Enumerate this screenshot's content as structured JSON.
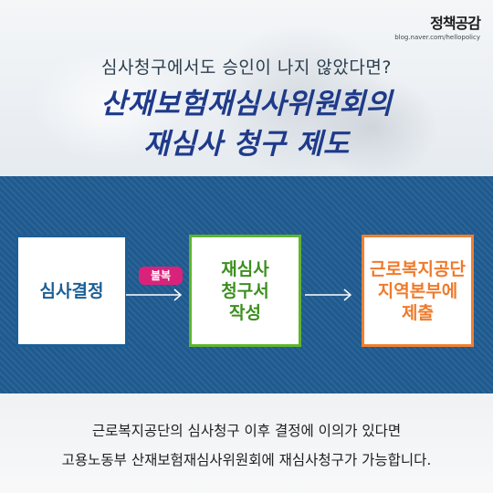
{
  "logo": {
    "mark": "정책공감",
    "url": "blog.naver.com/hellopolicy"
  },
  "header": {
    "question": "심사청구에서도 승인이 나지 않았다면?",
    "title_line1": "산재보험재심사위원회의",
    "title_line2": "재심사 청구 제도"
  },
  "flow": {
    "step1": "심사결정",
    "badge": "불복",
    "step2": [
      "재심사",
      "청구서",
      "작성"
    ],
    "step3": [
      "근로복지공단",
      "지역본부에",
      "제출"
    ]
  },
  "description": {
    "line1": "근로복지공단의 심사청구 이후 결정에 이의가 있다면",
    "line2": "고용노동부 산재보험재심사위원회에 재심사청구가 가능합니다."
  },
  "colors": {
    "band": "#1f5a8f",
    "step1": "#1c5f94",
    "step2": "#61b42e",
    "step3": "#f08030",
    "badge": "#d9237b",
    "title": "#1e3a8a"
  }
}
